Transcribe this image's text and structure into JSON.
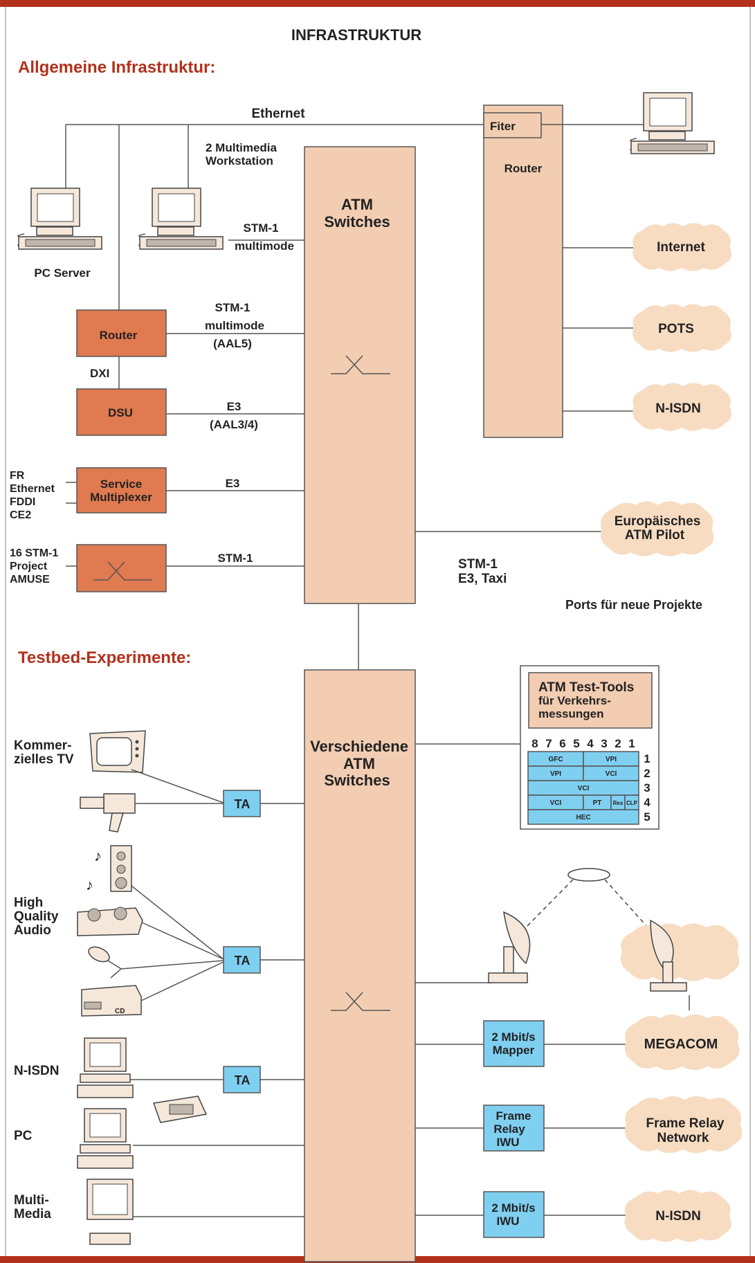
{
  "title": "INFRASTRUKTUR",
  "sections": {
    "top": "Allgemeine Infrastruktur:",
    "bottom": "Testbed-Experimente:"
  },
  "top": {
    "ethernet": "Ethernet",
    "mm_workstation": [
      "2 Multimedia",
      "Workstation"
    ],
    "pc_server": "PC Server",
    "atm_switches": [
      "ATM",
      "Switches"
    ],
    "router_right": "Router",
    "filter": "Fiter",
    "router_left": "Router",
    "dxi": "DXI",
    "dsu": "DSU",
    "service_mux": [
      "Service",
      "Multiplexer"
    ],
    "link_ws": [
      "STM-1",
      "multimode"
    ],
    "link_router": [
      "STM-1",
      "multimode",
      "(AAL5)"
    ],
    "link_dsu": [
      "E3",
      "(AAL3/4)"
    ],
    "link_mux": "E3",
    "link_amuse": "STM-1",
    "mux_inputs": [
      "FR",
      "Ethernet",
      "FDDI",
      "CE2"
    ],
    "amuse": [
      "16 STM-1",
      "Project",
      "AMUSE"
    ],
    "clouds": [
      "Internet",
      "POTS",
      "N-ISDN"
    ],
    "pilot": [
      "Europäisches",
      "ATM Pilot"
    ],
    "ports": [
      "STM-1",
      "E3, Taxi"
    ],
    "ports_note": "Ports für neue Projekte"
  },
  "bottom": {
    "switches": [
      "Verschiedene",
      "ATM",
      "Switches"
    ],
    "tools": [
      "ATM Test-Tools",
      "für Verkehrs-",
      "messungen"
    ],
    "bits": [
      "8",
      "7",
      "6",
      "5",
      "4",
      "3",
      "2",
      "1"
    ],
    "header_rows": [
      [
        {
          "t": "GFC",
          "w": 4
        },
        {
          "t": "VPI",
          "w": 4
        }
      ],
      [
        {
          "t": "VPI",
          "w": 4
        },
        {
          "t": "VCI",
          "w": 4
        }
      ],
      [
        {
          "t": "VCI",
          "w": 8
        }
      ],
      [
        {
          "t": "VCI",
          "w": 4
        },
        {
          "t": "PT",
          "w": 2
        },
        {
          "t": "Res",
          "w": 1
        },
        {
          "t": "CLP",
          "w": 1
        }
      ],
      [
        {
          "t": "HEC",
          "w": 8
        }
      ]
    ],
    "row_nums": [
      "1",
      "2",
      "3",
      "4",
      "5"
    ],
    "left_labels": {
      "tv": [
        "Kommer-",
        "zielles TV"
      ],
      "audio": [
        "High",
        "Quality",
        "Audio"
      ],
      "isdn": "N-ISDN",
      "pc": "PC",
      "mm": [
        "Multi-",
        "Media"
      ]
    },
    "ta": "TA",
    "cd": "CD",
    "mapper": [
      "2 Mbit/s",
      "Mapper"
    ],
    "fr_iwu": [
      "Frame",
      "Relay",
      "IWU"
    ],
    "iwu": [
      "2 Mbit/s",
      "IWU"
    ],
    "megacom": "MEGACOM",
    "frame_relay": [
      "Frame  Relay",
      "Network"
    ],
    "nisdn": "N-ISDN"
  },
  "colors": {
    "accent_red": "#b2311c",
    "switch_fill": "#f2cdb2",
    "orange_box": "#e07a50",
    "blue_box": "#7fcff0",
    "cloud": "#f7dcc2"
  }
}
